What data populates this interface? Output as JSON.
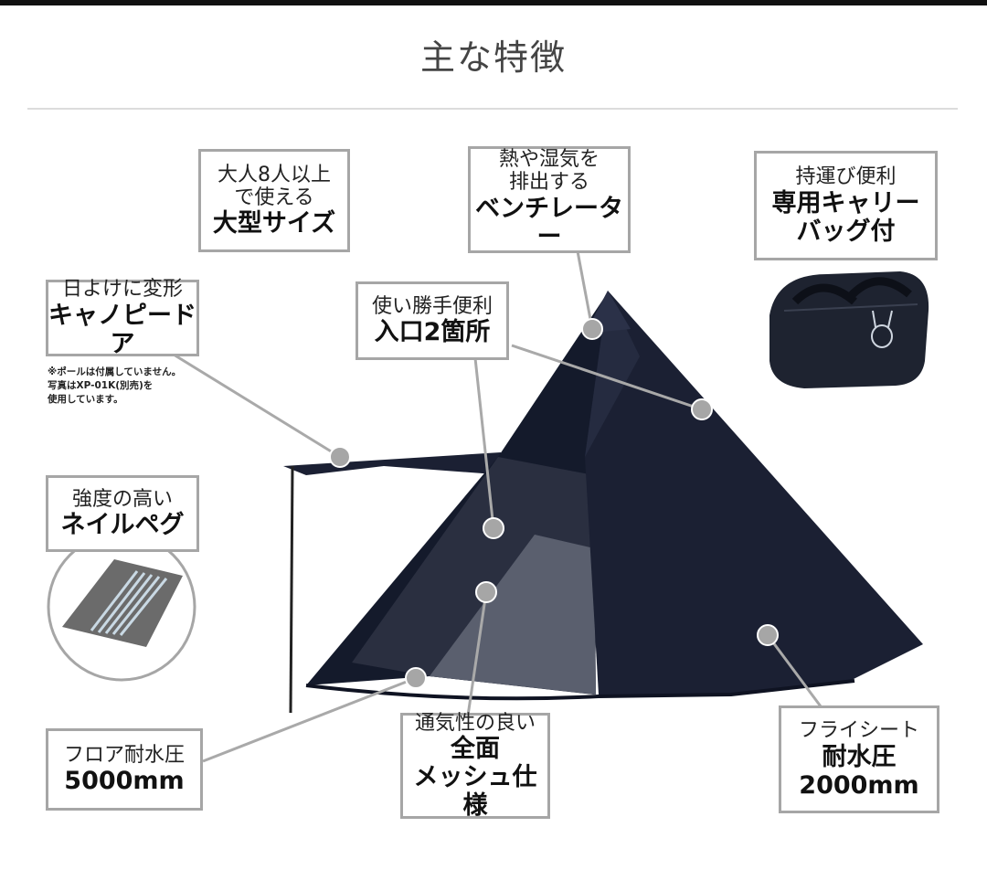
{
  "page": {
    "title": "主な特徴"
  },
  "features": {
    "size": {
      "line1": "大人8人以上",
      "line2": "で使える",
      "line3": "大型サイズ"
    },
    "ventilator": {
      "line1": "熱や湿気を",
      "line2": "排出する",
      "line3": "ベンチレーター"
    },
    "carry_bag": {
      "line1": "持運び便利",
      "line2": "専用キャリー",
      "line3": "バッグ付"
    },
    "canopy": {
      "line1": "日よけに変形",
      "line2": "キャノピードア"
    },
    "entrance": {
      "line1": "使い勝手便利",
      "line2": "入口2箇所"
    },
    "pegs": {
      "line1": "強度の高い",
      "line2": "ネイルペグ"
    },
    "floor": {
      "line1": "フロア耐水圧",
      "line2": "5000mm"
    },
    "mesh": {
      "line1": "通気性の良い",
      "line2": "全面",
      "line3": "メッシュ仕様"
    },
    "flysheet": {
      "line1": "フライシート",
      "line2": "耐水圧",
      "line3": "2000mm"
    }
  },
  "canopy_note": {
    "line1": "※ポールは付属していません。",
    "line2": "写真はXP-01K(別売)を",
    "line3": "使用しています。"
  },
  "colors": {
    "tent": "#1b2033",
    "box_border": "#a6a6a6",
    "callout_line": "#a9a9a9",
    "callout_dot": "#a6a6a6"
  },
  "icons": [
    "rabbit-logo-icon",
    "duffel-bag-icon",
    "peg-bundle-icon"
  ]
}
